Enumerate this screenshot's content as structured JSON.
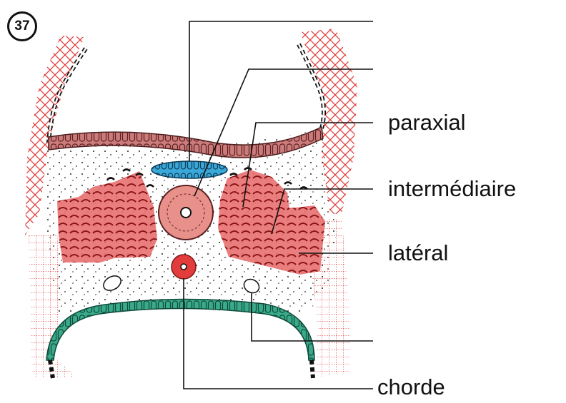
{
  "figure": {
    "number": "37"
  },
  "labels": {
    "paraxial": "paraxial",
    "intermediaire": "intermédiaire",
    "lateral": "latéral",
    "chorde": "chorde"
  },
  "colors": {
    "red": "#e23c3c",
    "pink_fill": "#f3b8b8",
    "ectoderm": "#cc7b7b",
    "blue": "#3aa8d8",
    "green": "#3aaa8a",
    "line": "#111111"
  }
}
